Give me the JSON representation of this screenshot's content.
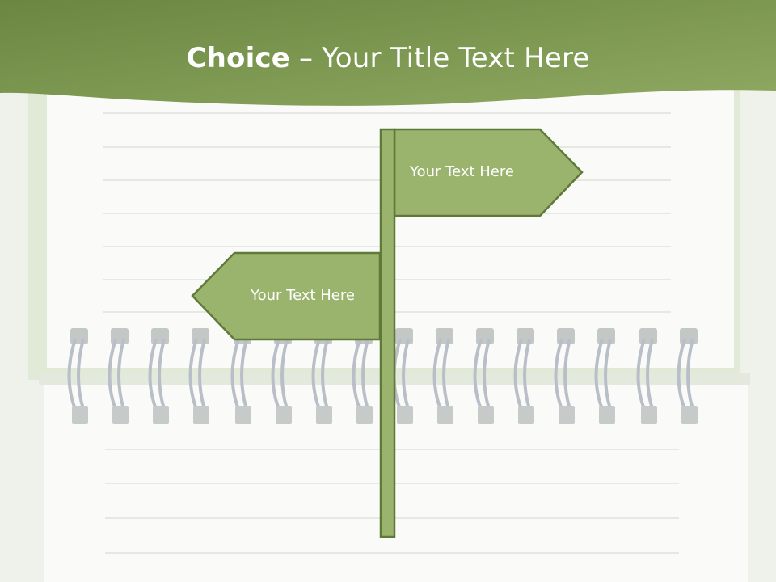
{
  "slide": {
    "title_bold": "Choice",
    "title_dash": " – ",
    "title_rest": "Your Title Text Here"
  },
  "signpost": {
    "right_sign_text": "Your Text Here",
    "left_sign_text": "Your Text Here"
  },
  "colors": {
    "banner": "#7d9a4f",
    "sign_fill": "#9ab36d",
    "sign_border": "#5f7a38",
    "page": "#f8f9f6",
    "rule_line": "#dde0d8",
    "ring": "#b9bfc8"
  }
}
